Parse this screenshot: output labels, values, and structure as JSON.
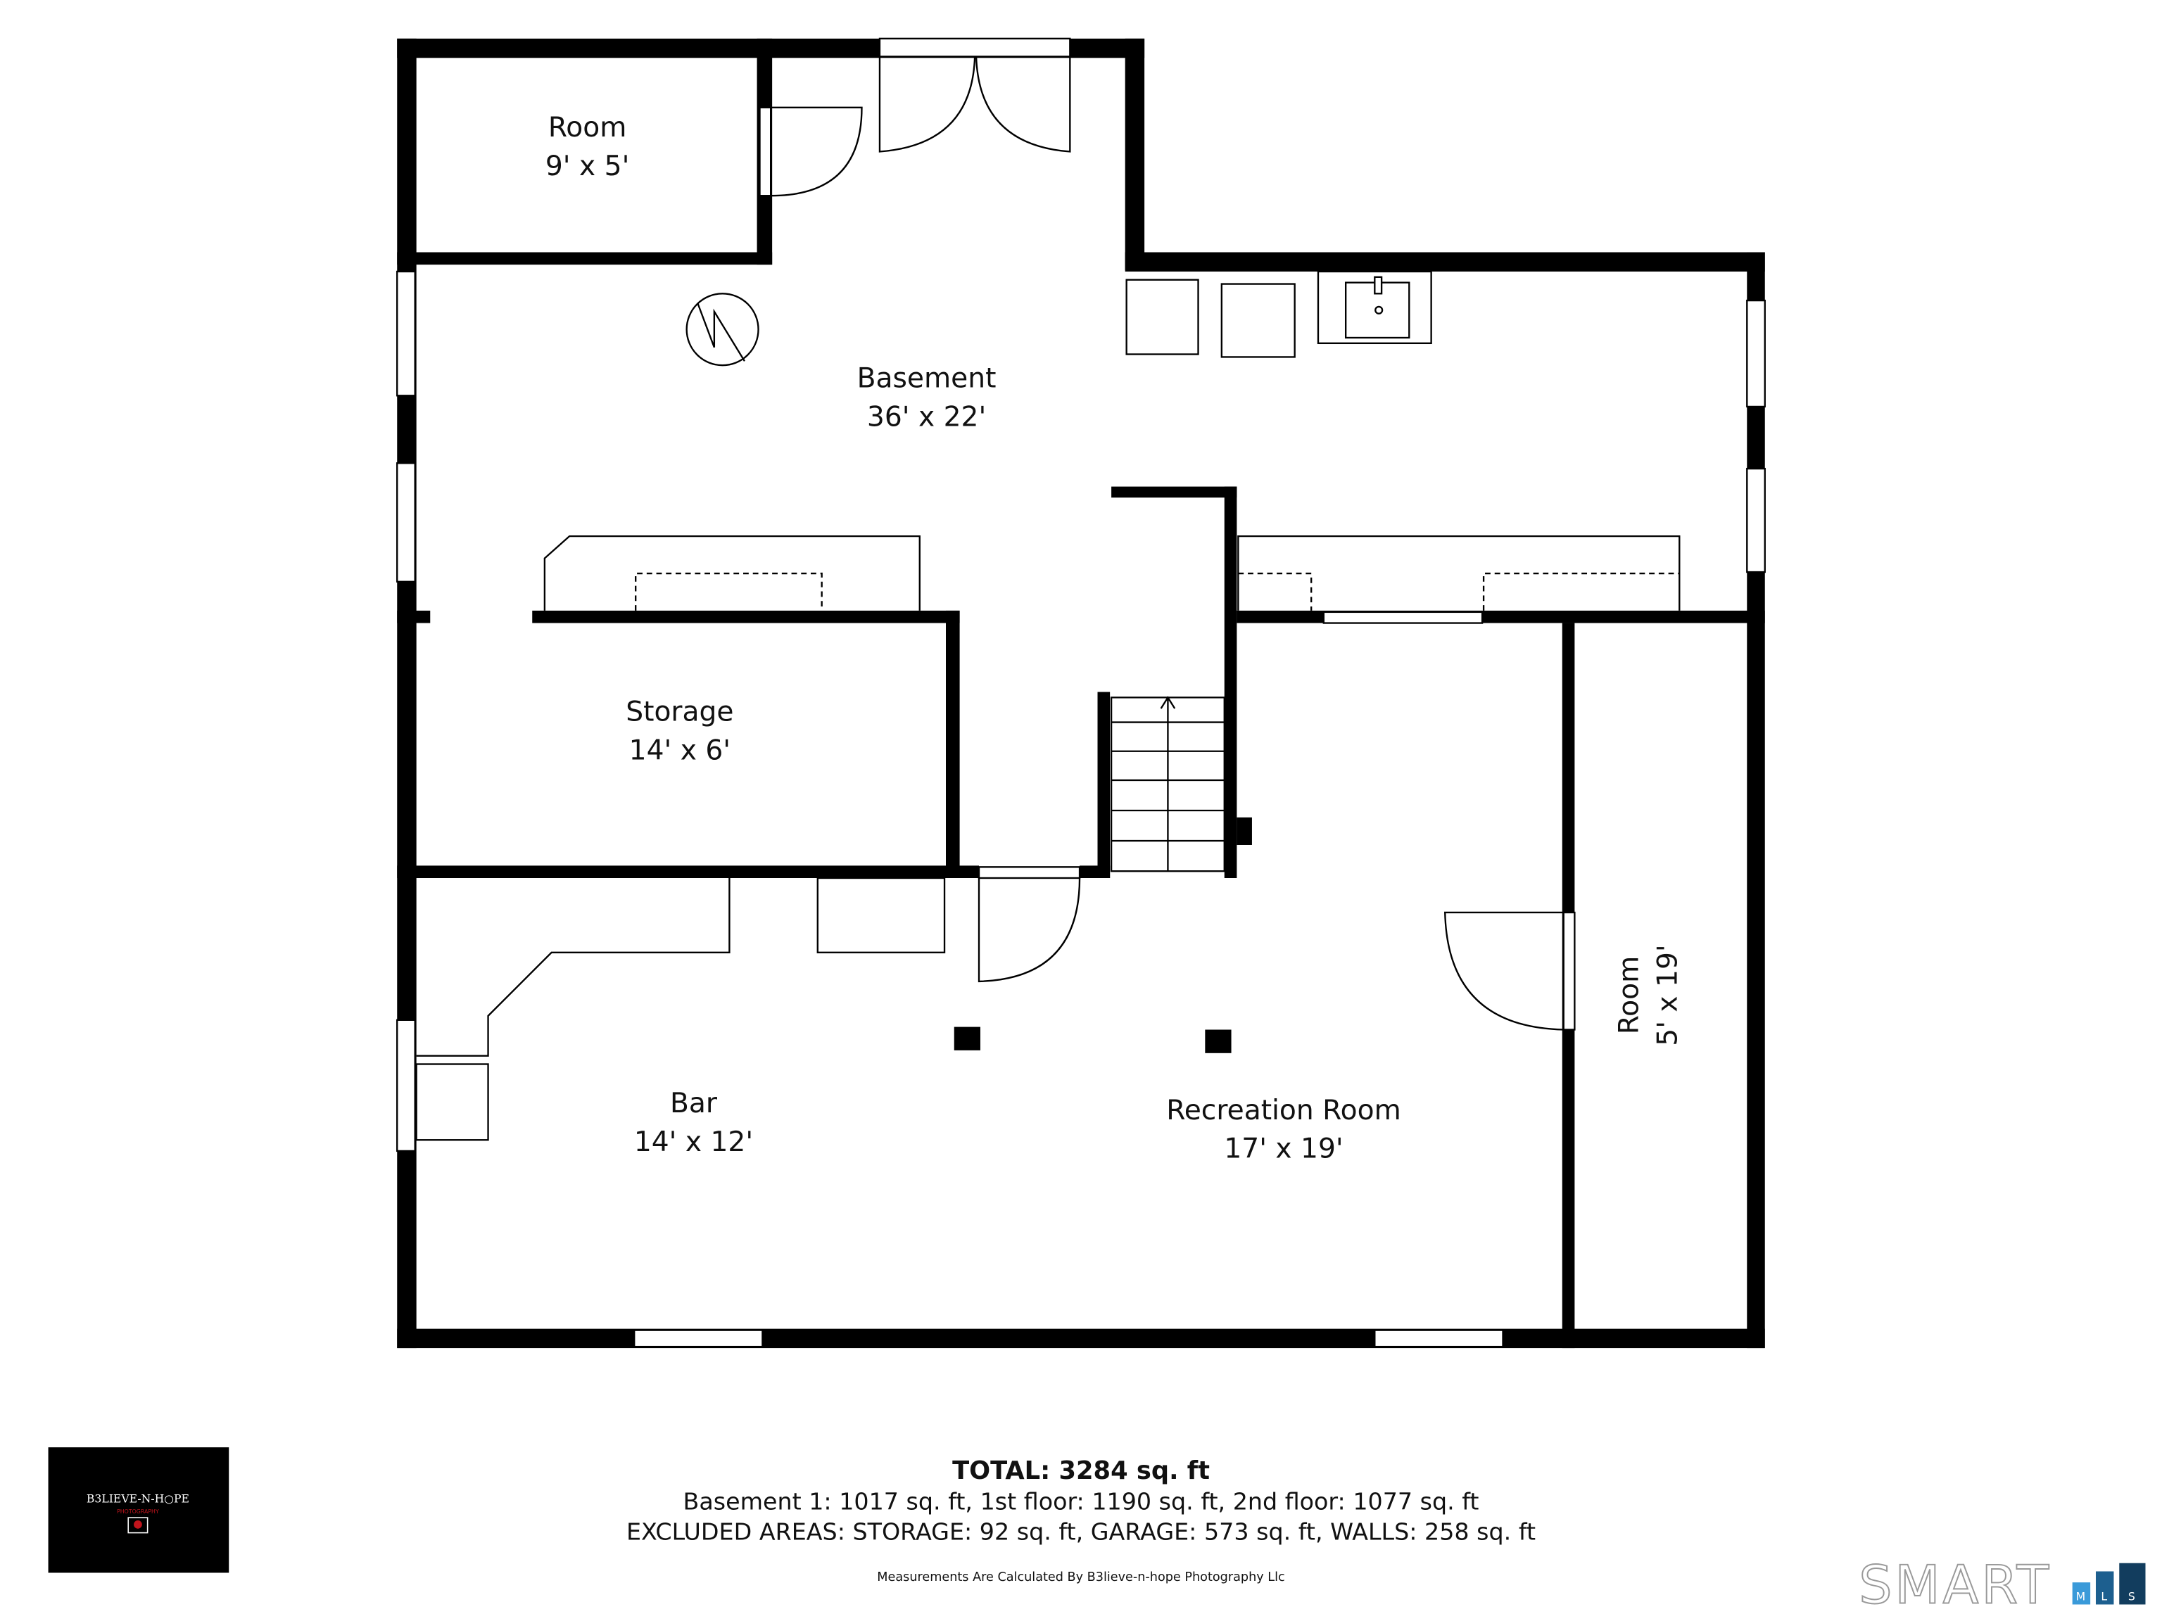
{
  "rooms": [
    {
      "name": "Room",
      "size": "9' x 5'"
    },
    {
      "name": "Basement",
      "size": "36' x 22'"
    },
    {
      "name": "Storage",
      "size": "14' x 6'"
    },
    {
      "name": "Bar",
      "size": "14' x 12'"
    },
    {
      "name": "Recreation Room",
      "size": "17' x 19'"
    },
    {
      "name": "Room",
      "size": "5' x 19'"
    }
  ],
  "summary": {
    "total": "TOTAL: 3284 sq. ft",
    "floors": "Basement 1: 1017 sq. ft, 1st floor: 1190 sq. ft, 2nd floor: 1077 sq. ft",
    "excluded": "EXCLUDED AREAS: STORAGE: 92 sq. ft, GARAGE: 573 sq. ft, WALLS: 258 sq. ft",
    "credit": "Measurements Are Calculated By B3lieve-n-hope Photography Llc"
  },
  "logo": {
    "brand": "B3LIEVE-N-HOPE",
    "sub": "PHOTOGRAPHY"
  },
  "mls_logo": {
    "word": "SMART",
    "letters": [
      "M",
      "L",
      "S"
    ]
  },
  "colors": {
    "wall": "#000000",
    "logo_bg": "#000000",
    "logo_accent": "#c0141c",
    "mls_blue_1": "#3a9ad9",
    "mls_blue_2": "#1d5f8f",
    "mls_blue_3": "#123d5e"
  }
}
